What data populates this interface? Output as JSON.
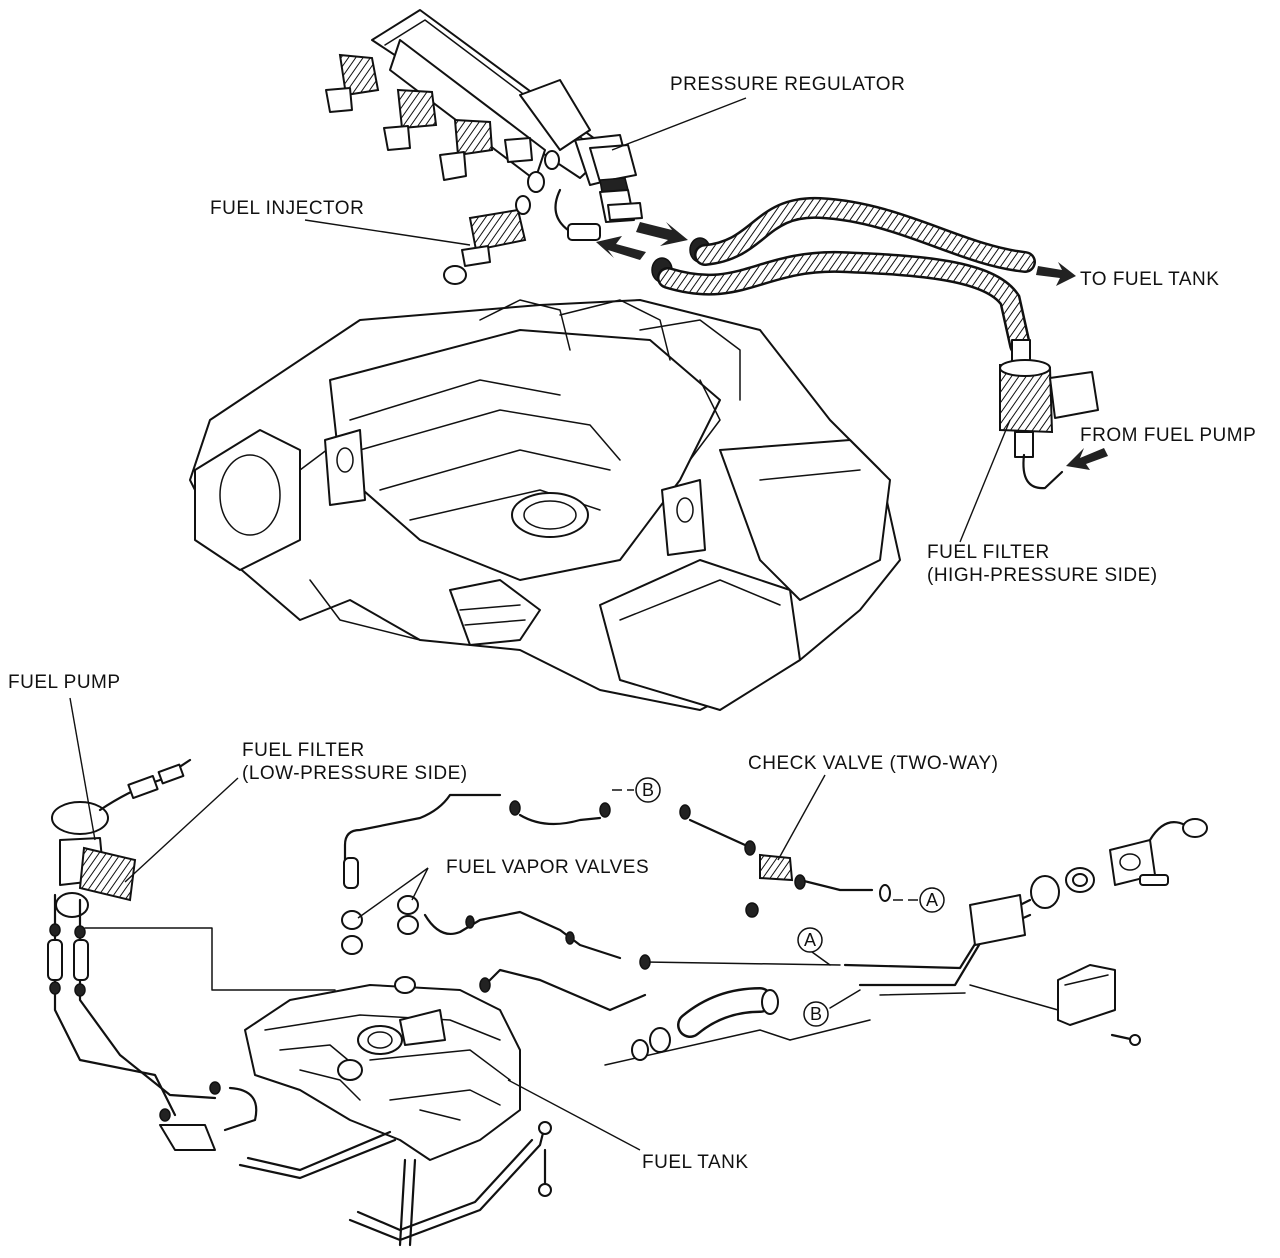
{
  "labels": {
    "pressure_regulator": "PRESSURE REGULATOR",
    "fuel_injector": "FUEL INJECTOR",
    "to_fuel_tank": "TO FUEL TANK",
    "from_fuel_pump": "FROM FUEL PUMP",
    "fuel_filter_high_1": "FUEL FILTER",
    "fuel_filter_high_2": "(HIGH-PRESSURE SIDE)",
    "fuel_pump": "FUEL PUMP",
    "fuel_filter_low_1": "FUEL FILTER",
    "fuel_filter_low_2": "(LOW-PRESSURE SIDE)",
    "check_valve": "CHECK VALVE (TWO-WAY)",
    "fuel_vapor_valves": "FUEL VAPOR VALVES",
    "fuel_tank": "FUEL TANK"
  },
  "markers": {
    "a": "A",
    "b": "B"
  }
}
